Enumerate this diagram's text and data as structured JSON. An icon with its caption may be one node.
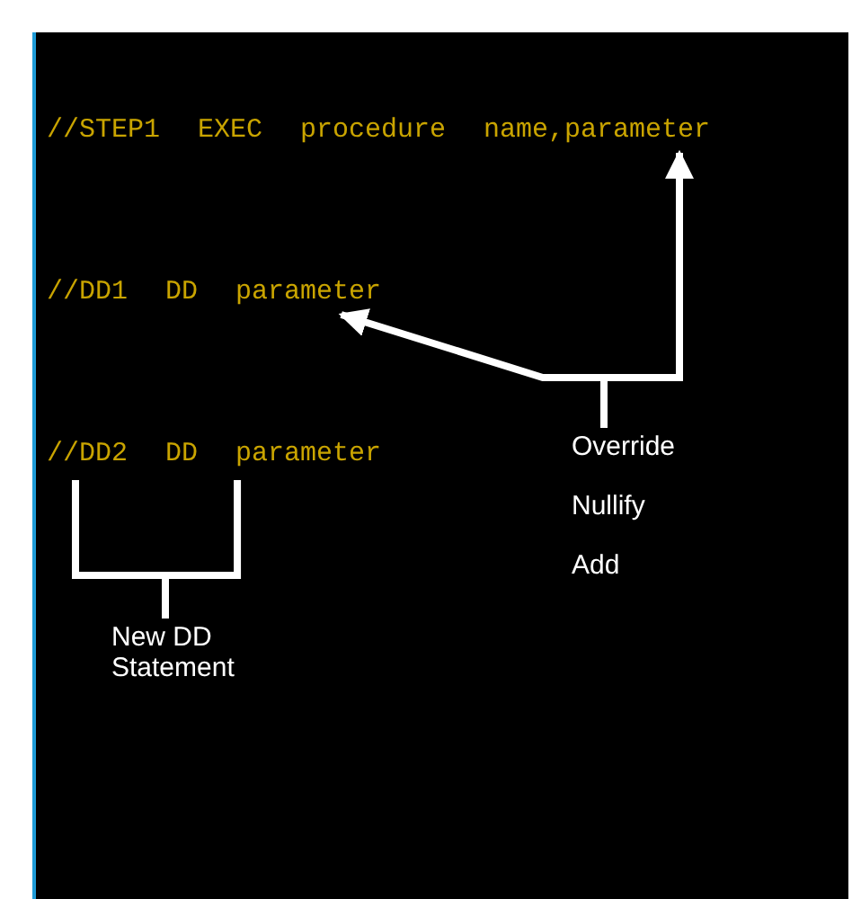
{
  "diagram": {
    "nodes": [
      {
        "text": [
          "//STEP1 EXEC procedure name,parameter"
        ]
      },
      {
        "text": [
          "//DD1 DD parameter"
        ]
      },
      {
        "text": [
          "//DD2 DD parameter"
        ]
      },
      {
        "text": [
          "Override",
          "Nullify",
          "Add"
        ]
      },
      {
        "text": [
          "New DD Statement"
        ]
      }
    ],
    "edges": [
      {
        "from": 3,
        "to": 0,
        "arrow": "to"
      },
      {
        "from": 3,
        "to": 1,
        "arrow": "to"
      },
      {
        "from": 4,
        "to": 2,
        "arrow": "none"
      }
    ]
  }
}
